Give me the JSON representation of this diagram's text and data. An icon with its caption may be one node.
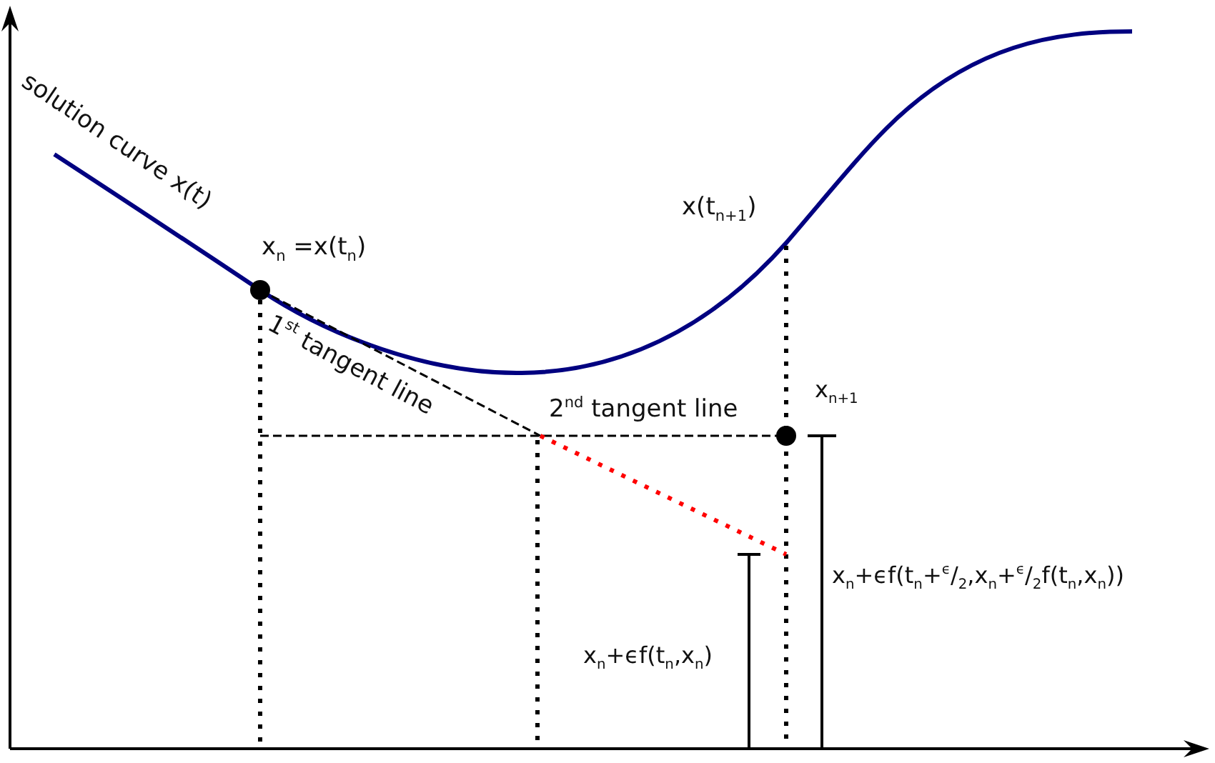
{
  "diagram": {
    "labels": [
      "solution curve x(t)",
      "x$_{n}$ =x(t$_{n}$)",
      "x(t$_{n+1}$)",
      "1$^{st}$ tangent line",
      "2$^{nd}$ tangent line",
      "x$_{n+1}$",
      "x$_{n}$+ϵf(t$_{n}$+$^{ϵ}$/$_{2}$,x$_{n}$+$^{ϵ}$/$_{2}$f(t$_{n}$,x$_{n}$))",
      "x$_{n}$+ϵf(t$_{n}$,x$_{n}$)"
    ]
  }
}
